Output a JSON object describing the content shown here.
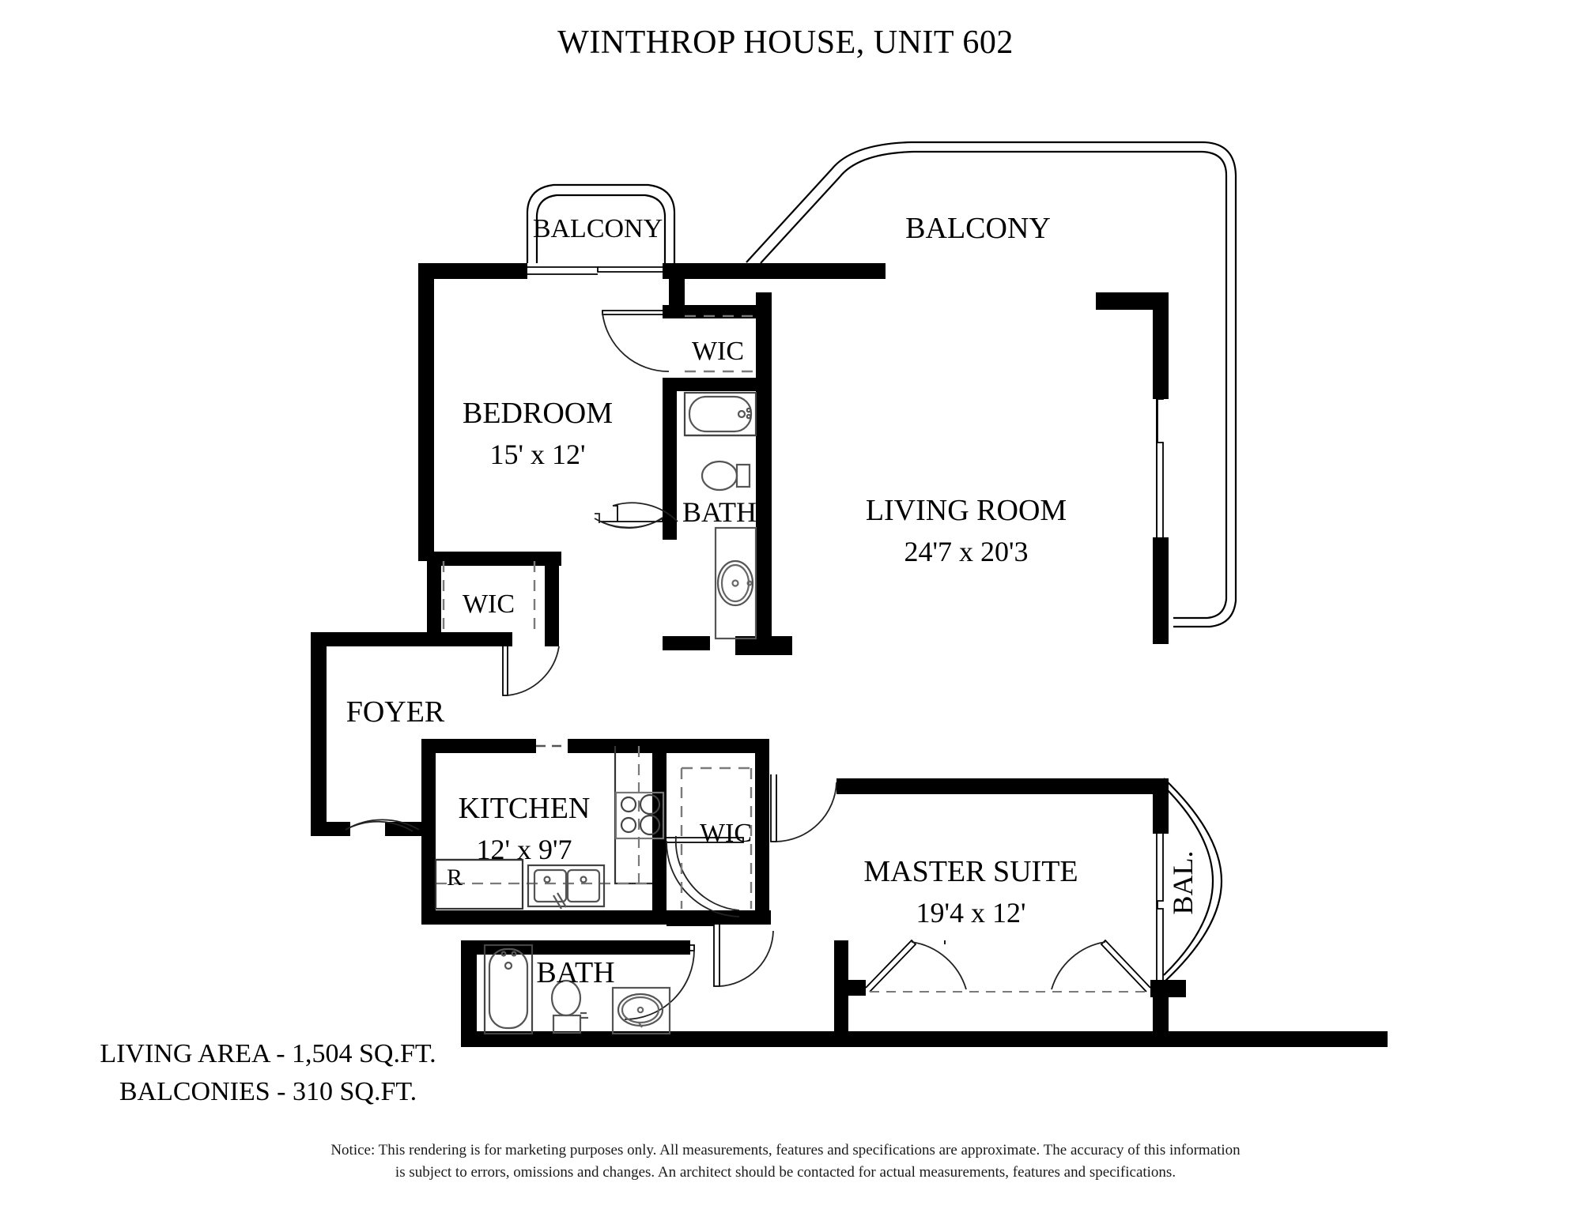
{
  "document": {
    "title": "WINTHROP HOUSE, UNIT 602",
    "type": "floor-plan"
  },
  "rooms": [
    {
      "id": "balcony-bedroom",
      "name": "BALCONY",
      "dimensions": ""
    },
    {
      "id": "balcony-living",
      "name": "BALCONY",
      "dimensions": ""
    },
    {
      "id": "bedroom",
      "name": "BEDROOM",
      "dimensions": "15' x 12'"
    },
    {
      "id": "wic-bedroom",
      "name": "WIC",
      "dimensions": ""
    },
    {
      "id": "bath-hall",
      "name": "BATH",
      "dimensions": ""
    },
    {
      "id": "living-room",
      "name": "LIVING ROOM",
      "dimensions": "24'7 x 20'3"
    },
    {
      "id": "wic-foyer",
      "name": "WIC",
      "dimensions": ""
    },
    {
      "id": "foyer",
      "name": "FOYER",
      "dimensions": ""
    },
    {
      "id": "kitchen",
      "name": "KITCHEN",
      "dimensions": "12' x 9'7"
    },
    {
      "id": "wic-master",
      "name": "WIC",
      "dimensions": ""
    },
    {
      "id": "master-suite",
      "name": "MASTER SUITE",
      "dimensions": "19'4 x 12'"
    },
    {
      "id": "bath-master",
      "name": "BATH",
      "dimensions": ""
    },
    {
      "id": "balcony-master",
      "name": "BAL.",
      "dimensions": ""
    }
  ],
  "labels": {
    "balcony_bedroom": "BALCONY",
    "balcony_living": "BALCONY",
    "bedroom_name": "BEDROOM",
    "bedroom_dims": "15' x 12'",
    "wic_bedroom": "WIC",
    "bath_hall": "BATH",
    "living_name": "LIVING ROOM",
    "living_dims": "24'7 x 20'3",
    "wic_foyer": "WIC",
    "foyer": "FOYER",
    "kitchen_name": "KITCHEN",
    "kitchen_dims": "12' x 9'7",
    "wic_master": "WIC",
    "master_name": "MASTER SUITE",
    "master_dims": "19'4 x 12'",
    "bath_master": "BATH",
    "balcony_master": "BAL.",
    "refrigerator": "R"
  },
  "areas": {
    "living_area": "LIVING AREA - 1,504 SQ.FT.",
    "balconies": "BALCONIES - 310 SQ.FT."
  },
  "notice": {
    "line1": "Notice: This rendering is for marketing purposes only. All measurements, features and specifications are approximate. The accuracy of this information",
    "line2": "is subject to errors, omissions and changes. An architect should be contacted for actual measurements, features and specifications."
  },
  "colors": {
    "wall": "#000000",
    "background": "#ffffff",
    "thin_line": "#000000",
    "fixture_line": "#5a5a5a",
    "dashed_line": "#7a7a7a"
  }
}
